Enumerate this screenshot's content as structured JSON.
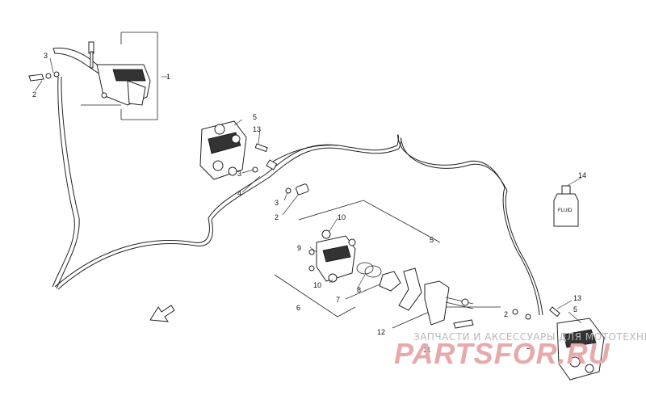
{
  "callouts": {
    "c1": "1",
    "c2a": "2",
    "c3a": "3",
    "c5a": "5",
    "c13a": "13",
    "c3b": "3",
    "c4": "4",
    "c3c": "3",
    "c2b": "2",
    "c10a": "10",
    "c5b": "5",
    "c9": "9",
    "c10b": "10",
    "c8": "8",
    "c7": "7",
    "c6": "6",
    "c12": "12",
    "c11": "11",
    "c14": "14",
    "c13b": "13",
    "c5c": "5",
    "c2c": "2",
    "c3d": "3"
  },
  "bottle_label": "FLUID",
  "watermark": {
    "top": "ЗАПЧАСТИ И АКСЕССУАРЫ ДЛЯ МОТОТЕХНИКИ",
    "logo": "PARTSFOR.RU"
  },
  "icons": [
    "front-arrow-icon",
    "brake-lever-icon",
    "caliper-icon",
    "fluid-bottle-icon"
  ]
}
